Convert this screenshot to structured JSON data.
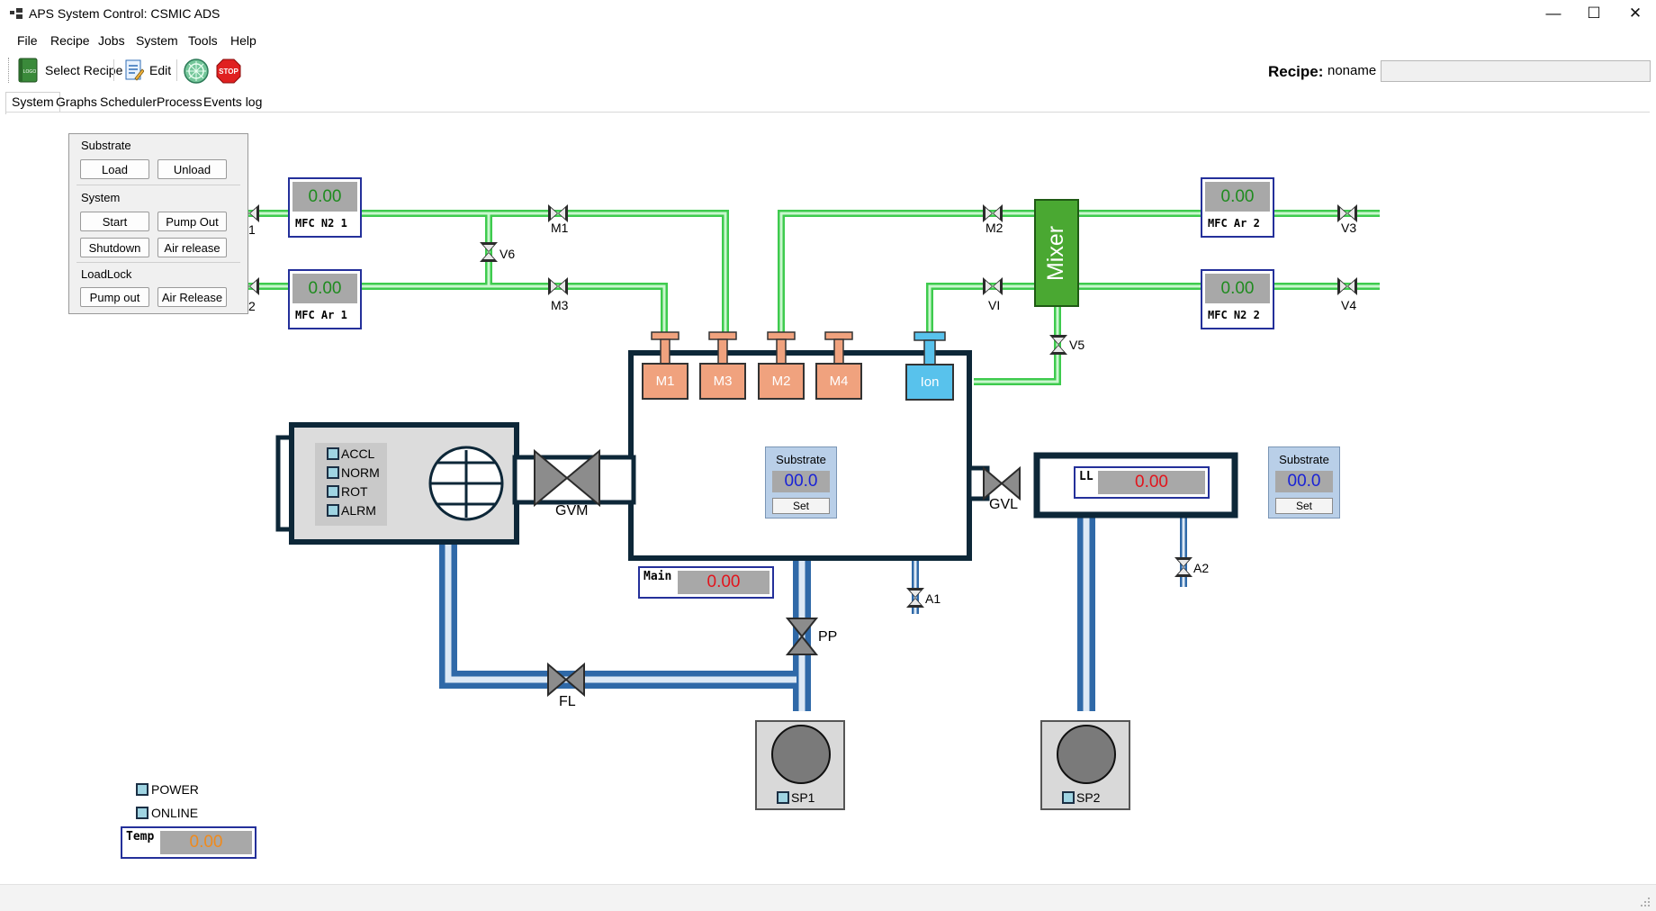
{
  "window": {
    "title": "APS System Control: CSMIC ADS",
    "minimize": "—",
    "maximize": "☐",
    "close": "✕"
  },
  "menu": [
    "File",
    "Recipe",
    "Jobs",
    "System",
    "Tools",
    "Help"
  ],
  "toolbar": {
    "select_recipe": "Select Recipe",
    "edit": "Edit",
    "book_icon_text": "LOGO",
    "stop_icon_text": "STOP",
    "recipe_label": "Recipe:",
    "recipe_name": "noname",
    "recipe_field_value": ""
  },
  "tabs": [
    "System",
    "Graphs",
    "Scheduler",
    "Process",
    "Events log"
  ],
  "control_panel": {
    "substrate": {
      "title": "Substrate",
      "load": "Load",
      "unload": "Unload"
    },
    "system": {
      "title": "System",
      "start": "Start",
      "pump_out": "Pump Out",
      "shutdown": "Shutdown",
      "air_release": "Air release"
    },
    "loadlock": {
      "title": "LoadLock",
      "pump_out": "Pump out",
      "air_release": "Air Release"
    }
  },
  "mfc": {
    "n2_1": {
      "label": "MFC N2 1",
      "value": "0.00"
    },
    "ar_1": {
      "label": "MFC Ar 1",
      "value": "0.00"
    },
    "ar_2": {
      "label": "MFC Ar 2",
      "value": "0.00"
    },
    "n2_2": {
      "label": "MFC N2 2",
      "value": "0.00"
    }
  },
  "valves": {
    "v1_clip": "1",
    "v2_clip": "2",
    "m1": "M1",
    "m3": "M3",
    "v6": "V6",
    "m2": "M2",
    "vi": "VI",
    "v3": "V3",
    "v4": "V4",
    "v5": "V5",
    "gvm": "GVM",
    "gvl": "GVL",
    "a1": "A1",
    "a2": "A2",
    "pp": "PP",
    "fl": "FL"
  },
  "mixer": "Mixer",
  "sources": [
    "M1",
    "M3",
    "M2",
    "M4"
  ],
  "ion": "Ion",
  "turbo_status": [
    "ACCL",
    "NORM",
    "ROT",
    "ALRM"
  ],
  "substrate_main": {
    "title": "Substrate",
    "value": "00.0",
    "button": "Set"
  },
  "substrate_ll": {
    "title": "Substrate",
    "value": "00.0",
    "button": "Set"
  },
  "gauges": {
    "main": {
      "label": "Main",
      "value": "0.00"
    },
    "ll": {
      "label": "LL",
      "value": "0.00"
    },
    "temp": {
      "label": "Temp",
      "value": "0.00"
    }
  },
  "pumps": {
    "sp1": "SP1",
    "sp2": "SP2"
  },
  "indicators": {
    "power": "POWER",
    "online": "ONLINE"
  },
  "colors": {
    "gas_line": "#3ecb4e",
    "vacuum_line": "#2f69a8",
    "chamber_border": "#0d2738",
    "source_fill": "#f0a27e",
    "ion_fill": "#58c2ec",
    "mixer_fill": "#4aa832",
    "value_green": "#1f8b1f",
    "value_red": "#e2141c",
    "value_orange": "#f08a1c",
    "value_blue": "#1a23d6"
  }
}
